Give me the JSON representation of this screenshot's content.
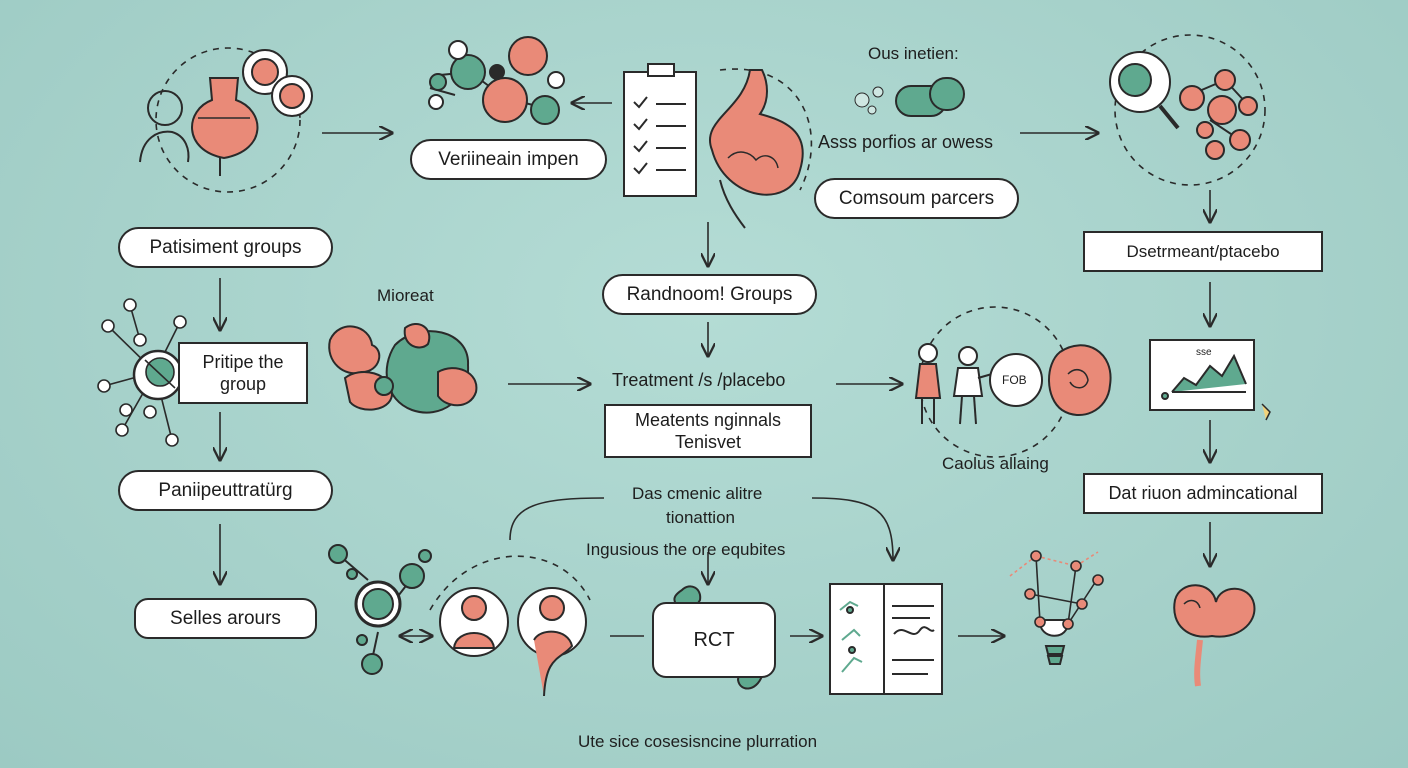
{
  "colors": {
    "background": "#a8d3cc",
    "coral": "#e98a78",
    "teal": "#5fa98f",
    "ink": "#2a2a2a"
  },
  "icons": [
    "person-silhouette-icon",
    "flask-icon",
    "molecule-cluster-icon",
    "clipboard-checklist-icon",
    "stomach-organ-icon",
    "capsule-pills-icon",
    "magnifier-molecule-icon",
    "network-nodes-icon",
    "cluster-organs-icon",
    "two-people-icon",
    "organ-icon",
    "line-chart-board-icon",
    "bacteria-circle-icon",
    "patient-avatar-icon",
    "document-chart-icon",
    "lightbulb-network-icon",
    "kidney-icon"
  ],
  "labels": {
    "verification": "Veriineain impen",
    "ous_intention": "Ous inetien:",
    "assess": "Asss porfios ar owess",
    "consume": "Comsoum parcers",
    "patient_groups": "Patisiment groups",
    "detriment": "Dsetrmeant/ptacebo",
    "microbes": "Mioreat",
    "random_groups": "Randnoom! Groups",
    "prototype_line1": "Pritipe the",
    "prototype_line2": "group",
    "treatment": "Treatment /s /placebo",
    "meatents_line1": "Meatents nginnals",
    "meatents_line2": "Tenisvet",
    "fob": "FOB",
    "chart_tag": "sse",
    "caolus": "Caolus allaing",
    "participating": "Paniipeuttratürg",
    "data_collection": "Dat riuon admincational",
    "dose_line1": "Das cmenic alitre",
    "dose_line2": "tionattion",
    "inguisious": "Ingusious the  ore equbites",
    "selles": "Selles arours",
    "rct": "RCT",
    "footer": "Ute sice cosesisncine plurration"
  }
}
